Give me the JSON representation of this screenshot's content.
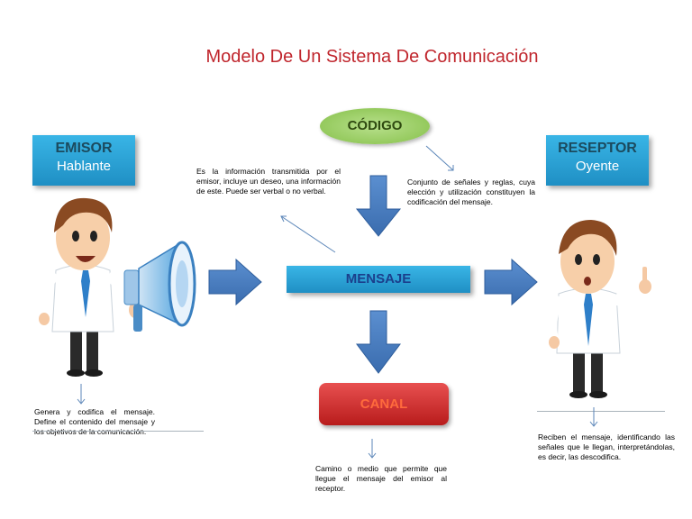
{
  "title": "Modelo De Un Sistema De Comunicación",
  "emisor": {
    "head": "EMISOR",
    "sub": "Hablante"
  },
  "receptor": {
    "head": "RESEPTOR",
    "sub": "Oyente"
  },
  "codigo": {
    "label": "CÓDIGO"
  },
  "mensaje": {
    "label": "MENSAJE"
  },
  "canal": {
    "label": "CANAL"
  },
  "notes": {
    "mensaje": "Es la información transmitida por el emisor, incluye un deseo, una información de este. Puede ser verbal o no verbal.",
    "codigo": "Conjunto de señales y reglas, cuya elección y utilización constituyen la codificación del mensaje.",
    "emisor": "Genera y codifica el mensaje. Define el contenido del mensaje y los objetivos de la comunicación.",
    "receptor": "Reciben el mensaje, identificando las señales que le llegan, interpretándolas, es decir, las descodifica.",
    "canal": "Camino o medio que permite que llegue el mensaje del emisor al receptor."
  },
  "colors": {
    "title": "#c0262d",
    "box_blue": "#2aa3d8",
    "arrow_blue": "#4a7fc1",
    "codigo_green": "#92c85a",
    "canal_red": "#c82828"
  }
}
